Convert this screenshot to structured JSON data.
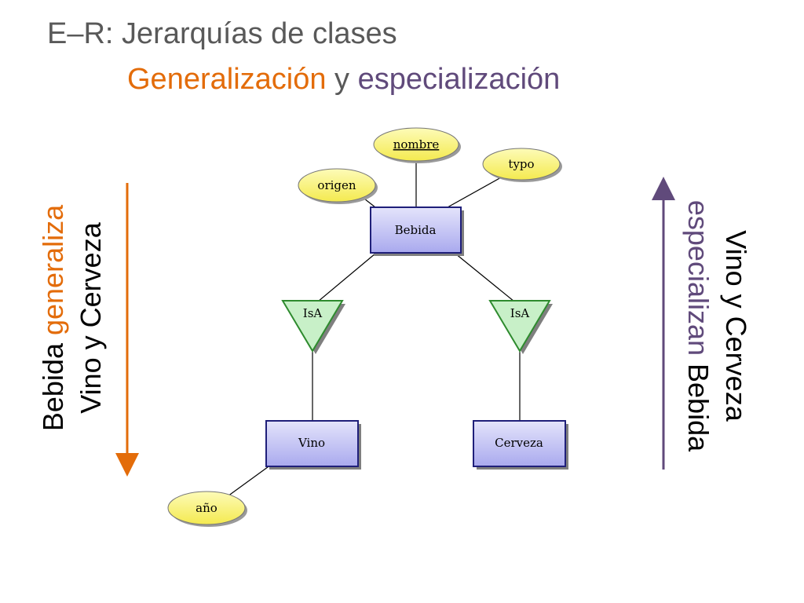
{
  "slide": {
    "title": "E–R: Jerarquías de clases",
    "subtitle_generalization": "Generalización",
    "subtitle_connector": "y",
    "subtitle_specialization": "especialización"
  },
  "left_label": {
    "line1_a": "Bebida ",
    "line1_b": "generaliza",
    "line2": "Vino y Cerveza",
    "arrow_color": "#e36c0a"
  },
  "right_label": {
    "line1": "Vino y Cerveza",
    "line2_a": "especializan",
    "line2_b": " Bebida",
    "arrow_color": "#604a7b"
  },
  "diagram": {
    "entities": {
      "bebida": "Bebida",
      "vino": "Vino",
      "cerveza": "Cerveza"
    },
    "attributes": {
      "nombre": "nombre",
      "typo": "typo",
      "origen": "origen",
      "anio": "año"
    },
    "isa_left": "IsA",
    "isa_right": "IsA",
    "colors": {
      "entity_fill": "#c9c9f5",
      "attribute_fill": "#fbf58a",
      "isa_fill": "#c8f0c8",
      "isa_stroke": "#2e8b2e",
      "entity_stroke": "#1f1f7a"
    }
  }
}
